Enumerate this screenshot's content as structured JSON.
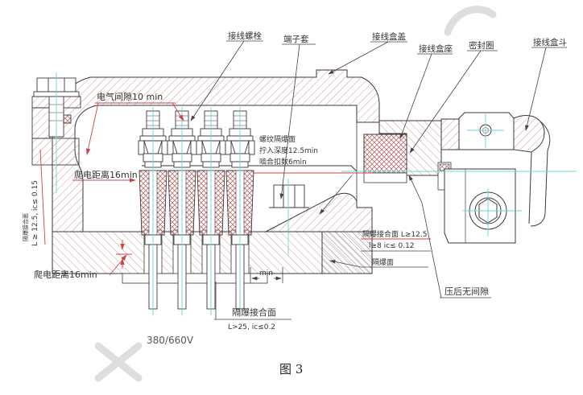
{
  "figure": {
    "caption": "图 3",
    "voltage": "380/660V"
  },
  "part_labels": {
    "terminal_bolt": "接线螺栓",
    "terminal_sleeve": "端子套",
    "box_cover": "接线盒盖",
    "box_seat": "接线盒座",
    "seal_ring": "密封圈",
    "box_hopper": "接线盒斗"
  },
  "dims": {
    "electrical_clearance": "电气间隙10 min",
    "creepage_upper": "爬电距离16min",
    "creepage_lower": "爬电距离16min",
    "thread_l1": "螺纹隔爆面",
    "thread_l2": "拧入深度12.5min",
    "thread_l3": "啮合扣数6min",
    "left_joint_name": "隔爆接合面",
    "left_joint_spec": "L ≥ 12.5, ic≤ 0.15",
    "right_joint_l1": "隔爆接合面 L≥12.5",
    "right_joint_l2": "l≥8  ic≤ 0.12",
    "flameproof_face": "隔爆面",
    "min_dim": "min",
    "bottom_joint_name": "隔爆接合面",
    "bottom_joint_spec": "L>25, ic≤0.2",
    "no_gap": "压后无间隙"
  },
  "colors": {
    "outline": "#3a3a3a",
    "hatch_red": "#cf8a8a",
    "crosshatch_red": "#bf6f6f",
    "hatch_dark": "#777777",
    "centerline_cyan": "#6fd6d6",
    "leader_red": "#cc4444",
    "text": "#333333",
    "watermark": "#dedede"
  }
}
